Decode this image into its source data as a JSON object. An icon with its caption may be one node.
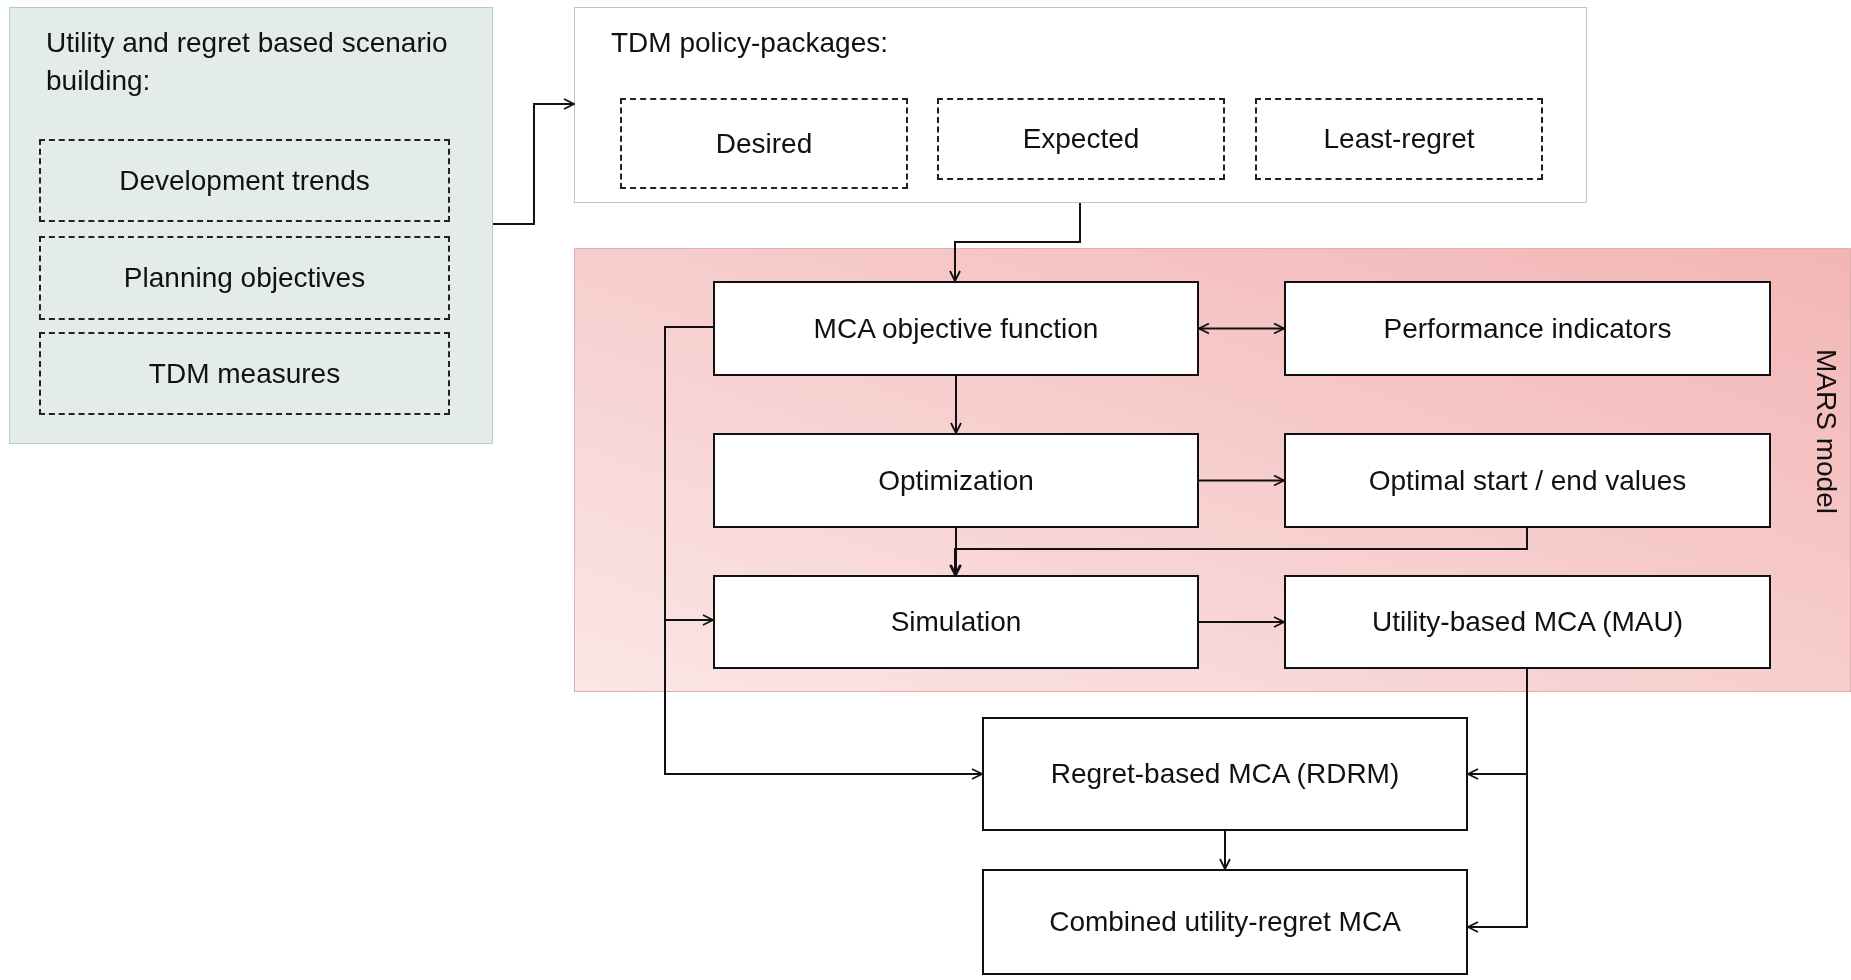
{
  "diagram": {
    "nodes": [
      {
        "text": [
          "Utility and regret  based scenario building:"
        ]
      },
      {
        "text": [
          "Development trends"
        ],
        "in": 0
      },
      {
        "text": [
          "Planning objectives"
        ],
        "in": 0
      },
      {
        "text": [
          "TDM measures"
        ],
        "in": 0
      },
      {
        "text": [
          "TDM policy-packages:"
        ]
      },
      {
        "text": [
          "Desired"
        ],
        "in": 4
      },
      {
        "text": [
          "Expected"
        ],
        "in": 4
      },
      {
        "text": [
          "Least-regret"
        ],
        "in": 4
      },
      {
        "text": [
          "MARS model"
        ]
      },
      {
        "text": [
          "MCA objective function"
        ],
        "in": 8
      },
      {
        "text": [
          "Performance indicators"
        ],
        "in": 8
      },
      {
        "text": [
          "Optimization"
        ],
        "in": 8
      },
      {
        "text": [
          "Optimal start / end values"
        ],
        "in": 8
      },
      {
        "text": [
          "Simulation"
        ],
        "in": 8
      },
      {
        "text": [
          "Utility-based MCA (MAU)"
        ],
        "in": 8
      },
      {
        "text": [
          "Regret-based MCA (RDRM)"
        ]
      },
      {
        "text": [
          "Combined utility-regret MCA"
        ]
      }
    ],
    "edges": [
      {
        "from": 0,
        "to": 4,
        "arrow": "to"
      },
      {
        "from": 4,
        "to": 9,
        "arrow": "to"
      },
      {
        "from": 9,
        "to": 10,
        "arrow": "both"
      },
      {
        "from": 9,
        "to": 11,
        "arrow": "to"
      },
      {
        "from": 11,
        "to": 12,
        "arrow": "to"
      },
      {
        "from": 11,
        "to": 13,
        "arrow": "to"
      },
      {
        "from": 12,
        "to": 13,
        "arrow": "to"
      },
      {
        "from": 9,
        "to": 13,
        "arrow": "to"
      },
      {
        "from": 9,
        "to": 15,
        "arrow": "to"
      },
      {
        "from": 13,
        "to": 14,
        "arrow": "to"
      },
      {
        "from": 14,
        "to": 15,
        "arrow": "to"
      },
      {
        "from": 14,
        "to": 16,
        "arrow": "to"
      },
      {
        "from": 15,
        "to": 16,
        "arrow": "to"
      }
    ]
  }
}
